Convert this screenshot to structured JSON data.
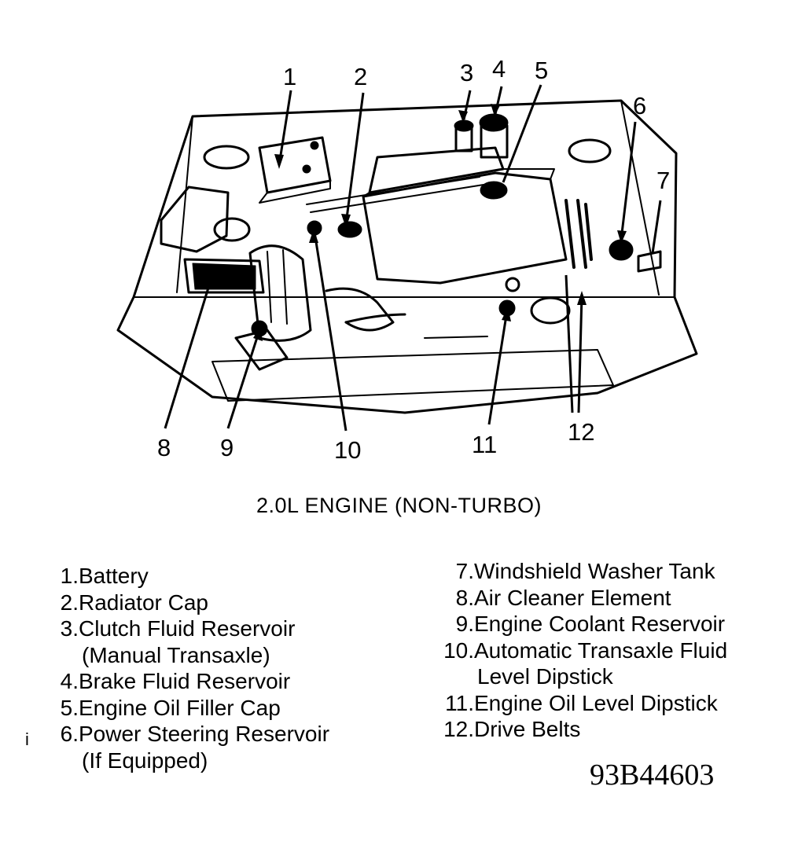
{
  "callouts": [
    "1",
    "2",
    "3",
    "4",
    "5",
    "6",
    "7",
    "8",
    "9",
    "10",
    "11",
    "12"
  ],
  "caption": "2.0L ENGINE (NON-TURBO)",
  "legend_left": [
    {
      "num": "1.",
      "text": "Battery"
    },
    {
      "num": "2.",
      "text": "Radiator Cap"
    },
    {
      "num": "3.",
      "text": "Clutch Fluid Reservoir",
      "text2": "(Manual Transaxle)"
    },
    {
      "num": "4.",
      "text": "Brake Fluid Reservoir"
    },
    {
      "num": "5.",
      "text": "Engine Oil Filler Cap"
    },
    {
      "num": "6.",
      "text": "Power Steering Reservoir",
      "text2": "(If Equipped)"
    }
  ],
  "legend_right": [
    {
      "num": "7.",
      "text": "Windshield Washer Tank"
    },
    {
      "num": "8.",
      "text": "Air Cleaner Element"
    },
    {
      "num": "9.",
      "text": "Engine Coolant Reservoir"
    },
    {
      "num": "10.",
      "text": "Automatic Transaxle Fluid",
      "text2": "Level Dipstick"
    },
    {
      "num": "11.",
      "text": "Engine Oil Level Dipstick"
    },
    {
      "num": "12.",
      "text": "Drive Belts"
    }
  ],
  "figure_id": "93B44603",
  "margin_mark": "i"
}
